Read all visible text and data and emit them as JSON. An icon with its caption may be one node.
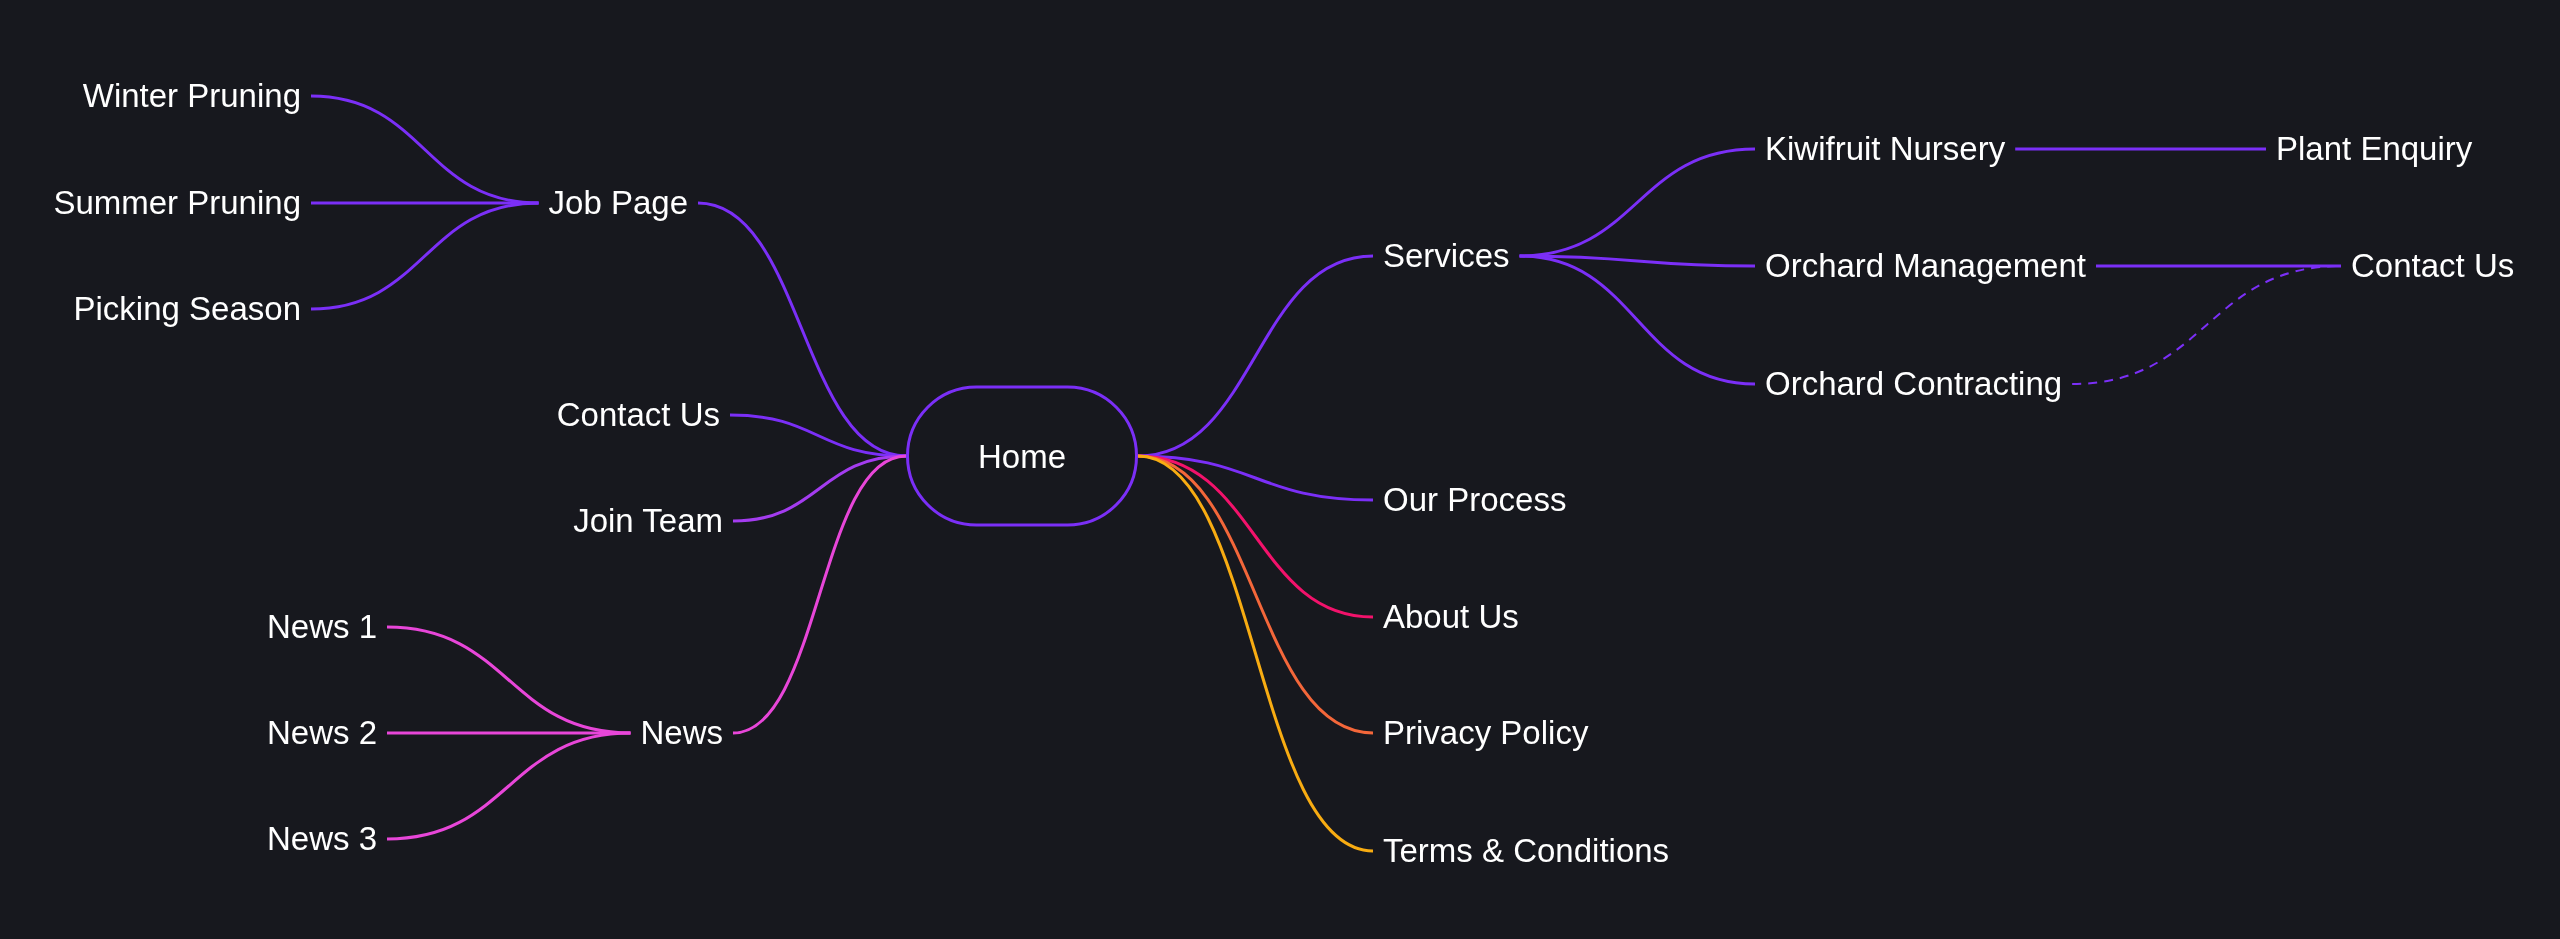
{
  "diagram": {
    "nodes": [
      {
        "text": [
          "Home"
        ]
      },
      {
        "text": [
          "Job Page"
        ]
      },
      {
        "text": [
          "Winter Pruning"
        ]
      },
      {
        "text": [
          "Summer Pruning"
        ]
      },
      {
        "text": [
          "Picking Season"
        ]
      },
      {
        "text": [
          "Contact Us"
        ]
      },
      {
        "text": [
          "Join Team"
        ]
      },
      {
        "text": [
          "News"
        ]
      },
      {
        "text": [
          "News 1"
        ]
      },
      {
        "text": [
          "News 2"
        ]
      },
      {
        "text": [
          "News 3"
        ]
      },
      {
        "text": [
          "Services"
        ]
      },
      {
        "text": [
          "Kiwifruit Nursery"
        ]
      },
      {
        "text": [
          "Plant Enquiry"
        ]
      },
      {
        "text": [
          "Orchard Management"
        ]
      },
      {
        "text": [
          "Contact Us"
        ]
      },
      {
        "text": [
          "Orchard Contracting"
        ]
      },
      {
        "text": [
          "Our Process"
        ]
      },
      {
        "text": [
          "About Us"
        ]
      },
      {
        "text": [
          "Privacy Policy"
        ]
      },
      {
        "text": [
          "Terms & Conditions"
        ]
      }
    ],
    "edges": [
      {
        "from": 0,
        "to": 1,
        "arrow": "none"
      },
      {
        "from": 1,
        "to": 2,
        "arrow": "none"
      },
      {
        "from": 1,
        "to": 3,
        "arrow": "none"
      },
      {
        "from": 1,
        "to": 4,
        "arrow": "none"
      },
      {
        "from": 0,
        "to": 5,
        "arrow": "none"
      },
      {
        "from": 0,
        "to": 6,
        "arrow": "none",
        "color": "#a43cf0"
      },
      {
        "from": 0,
        "to": 7,
        "arrow": "none",
        "color": "#e846d9"
      },
      {
        "from": 7,
        "to": 8,
        "arrow": "none",
        "color": "#e846d9"
      },
      {
        "from": 7,
        "to": 9,
        "arrow": "none",
        "color": "#e846d9"
      },
      {
        "from": 7,
        "to": 10,
        "arrow": "none",
        "color": "#e846d9"
      },
      {
        "from": 0,
        "to": 11,
        "arrow": "none"
      },
      {
        "from": 11,
        "to": 12,
        "arrow": "none"
      },
      {
        "from": 12,
        "to": 13,
        "arrow": "none"
      },
      {
        "from": 11,
        "to": 14,
        "arrow": "none"
      },
      {
        "from": 14,
        "to": 15,
        "arrow": "none"
      },
      {
        "from": 11,
        "to": 16,
        "arrow": "none"
      },
      {
        "from": 16,
        "to": 15,
        "arrow": "none",
        "style": "dashed"
      },
      {
        "from": 0,
        "to": 17,
        "arrow": "none"
      },
      {
        "from": 0,
        "to": 18,
        "arrow": "none",
        "color": "#f2126b"
      },
      {
        "from": 0,
        "to": 19,
        "arrow": "none",
        "color": "#f4673a"
      },
      {
        "from": 0,
        "to": 20,
        "arrow": "none",
        "color": "#f8ac12"
      }
    ]
  }
}
